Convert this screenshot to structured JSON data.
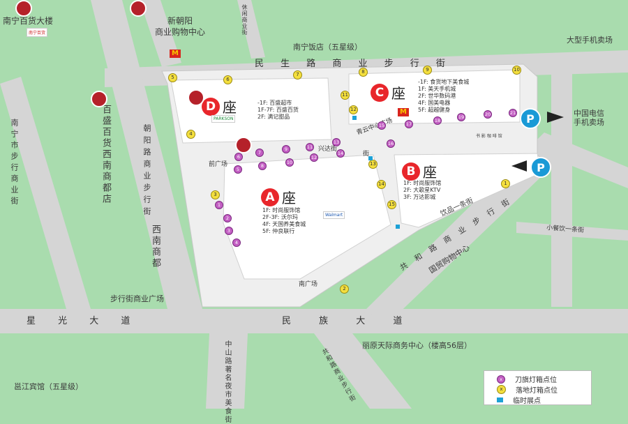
{
  "roads": {
    "minsheng": "民 生 路 商 业 步 行 街",
    "xingguang": "星 光 大 道",
    "minzu": "民 族 大 道",
    "chaoyang_left": "朝阳路商业步行街",
    "gonghe": "共 和 路 商 业 步 行 街",
    "gonghe_lower": "共和路商业步行街",
    "nanning_shi": "南宁市步行商业街",
    "zhongshan": "中山路著名夜市美食街",
    "xiucan": "小餐饮一条街",
    "xiuxian": "休闲商业街"
  },
  "places": {
    "nanning_dept": "南宁百货大楼",
    "xinchaoyang": "新朝阳\n商业购物中心",
    "nanning_hotel": "南宁饭店（五星级）",
    "big_phone": "大型手机卖场",
    "telecom": "中国电信\n手机卖场",
    "baisheng_sw": "百盛百货西南商都店",
    "xinan": "西南商都",
    "square": "步行街商业广场",
    "liyuan": "丽原天际商务中心（楼高56层）",
    "yongjiang": "邕江宾馆（五星级）",
    "guomao": "国贸购物中心",
    "yinpin": "饮品一条街",
    "front_sq": "前广场",
    "south_sq": "南广场",
    "xingda": "兴达街",
    "qingyun": "青云中心广场",
    "jie": "街",
    "shuyuan": "书 影 咖 啡 馆"
  },
  "buildings": {
    "D": {
      "letter": "D",
      "zuo": "座",
      "floors": "-1F: 百盛超市\n1F-7F: 百盛百货\n2F: 满记甜品"
    },
    "C": {
      "letter": "C",
      "zuo": "座",
      "floors": "-1F: 食货地下美食城\n1F: 美天手机城\n2F: 世华数码港\n4F: 国美电器\n5F: 超越健身"
    },
    "B": {
      "letter": "B",
      "zuo": "座",
      "floors": "1F: 时尚服饰馆\n2F: 大歌星KTV\n3F: 万达影城"
    },
    "A": {
      "letter": "A",
      "zuo": "座",
      "floors": "1F: 时尚服饰馆\n2F-3F: 沃尔玛\n4F: 天国养美食城\n5F: 仲良联行"
    }
  },
  "parking": "P",
  "logos": {
    "baihuo": "南宁百货",
    "walmart": "Walmart",
    "parkson": "PARKSON"
  },
  "yellow_points": [
    "1",
    "2",
    "3",
    "4",
    "5",
    "6",
    "7",
    "8",
    "9",
    "10",
    "11",
    "12",
    "13",
    "14",
    "15"
  ],
  "purple_points": [
    "1",
    "2",
    "3",
    "4",
    "5",
    "6",
    "7",
    "8",
    "9",
    "10",
    "11",
    "12",
    "13",
    "14",
    "15",
    "16",
    "17",
    "18",
    "19",
    "20",
    "21"
  ],
  "legend": {
    "purple": "刀旗灯箱点位",
    "yellow": "落地灯箱点位",
    "blue": "临时展点",
    "purple_mark": "x",
    "yellow_mark": "x"
  },
  "colors": {
    "road": "#d5d5d5",
    "green": "#a9dcae",
    "plaza": "#efefef",
    "accent": "#e8262b",
    "parking": "#1a9ad6"
  }
}
